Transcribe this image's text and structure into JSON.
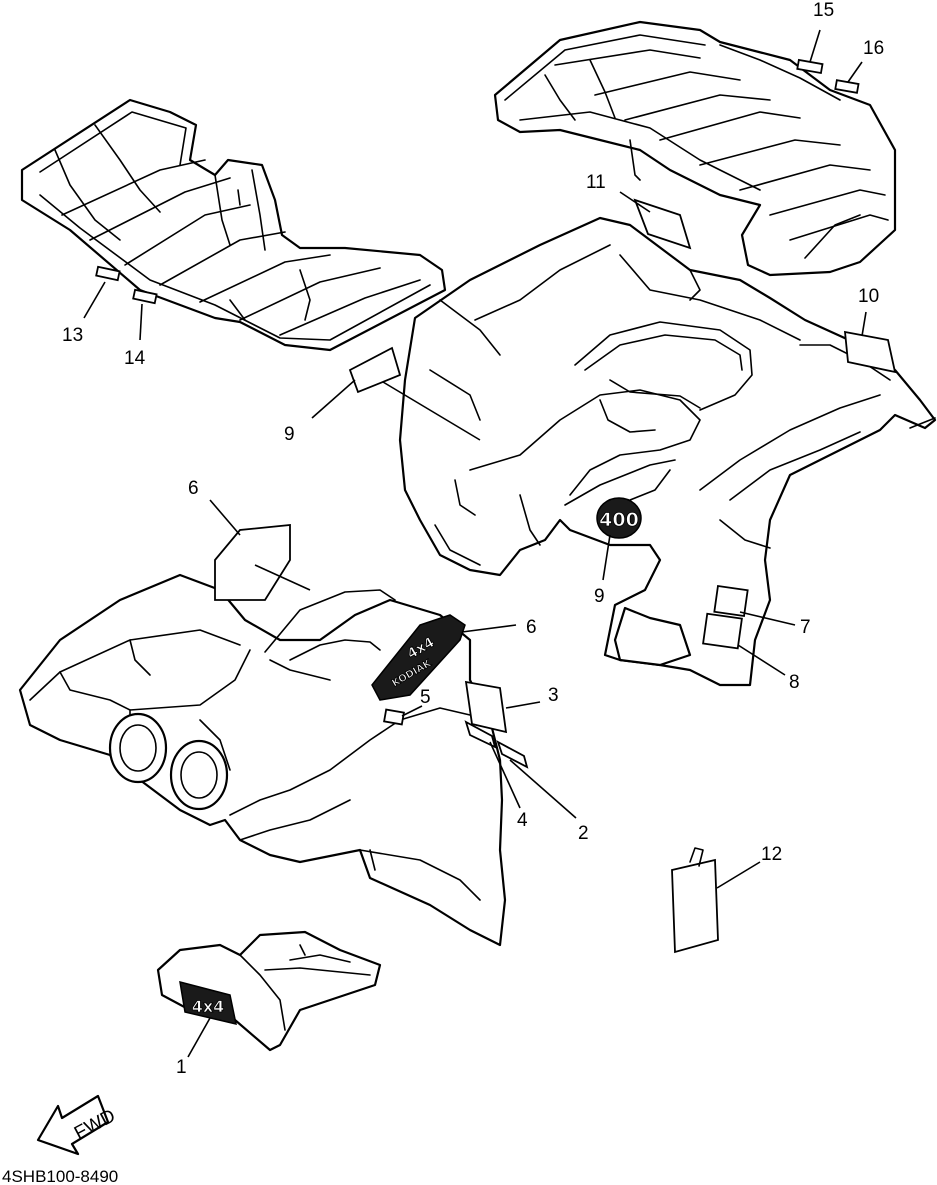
{
  "diagram": {
    "callouts": [
      {
        "id": "c1",
        "text": "1"
      },
      {
        "id": "c2",
        "text": "2"
      },
      {
        "id": "c3",
        "text": "3"
      },
      {
        "id": "c4",
        "text": "4"
      },
      {
        "id": "c5",
        "text": "5"
      },
      {
        "id": "c6a",
        "text": "6"
      },
      {
        "id": "c6b",
        "text": "6"
      },
      {
        "id": "c7",
        "text": "7"
      },
      {
        "id": "c8",
        "text": "8"
      },
      {
        "id": "c9a",
        "text": "9"
      },
      {
        "id": "c9b",
        "text": "9"
      },
      {
        "id": "c10",
        "text": "10"
      },
      {
        "id": "c11",
        "text": "11"
      },
      {
        "id": "c12",
        "text": "12"
      },
      {
        "id": "c13",
        "text": "13"
      },
      {
        "id": "c14",
        "text": "14"
      },
      {
        "id": "c15",
        "text": "15"
      },
      {
        "id": "c16",
        "text": "16"
      }
    ],
    "fwd_arrow": "FWD",
    "drawing_code": "4SHB100-8490",
    "emblems": {
      "side_4x4": "4x4",
      "rear_400": "400",
      "tank_4x4": "4x4",
      "tank_kodiak": "KODIAK"
    }
  }
}
